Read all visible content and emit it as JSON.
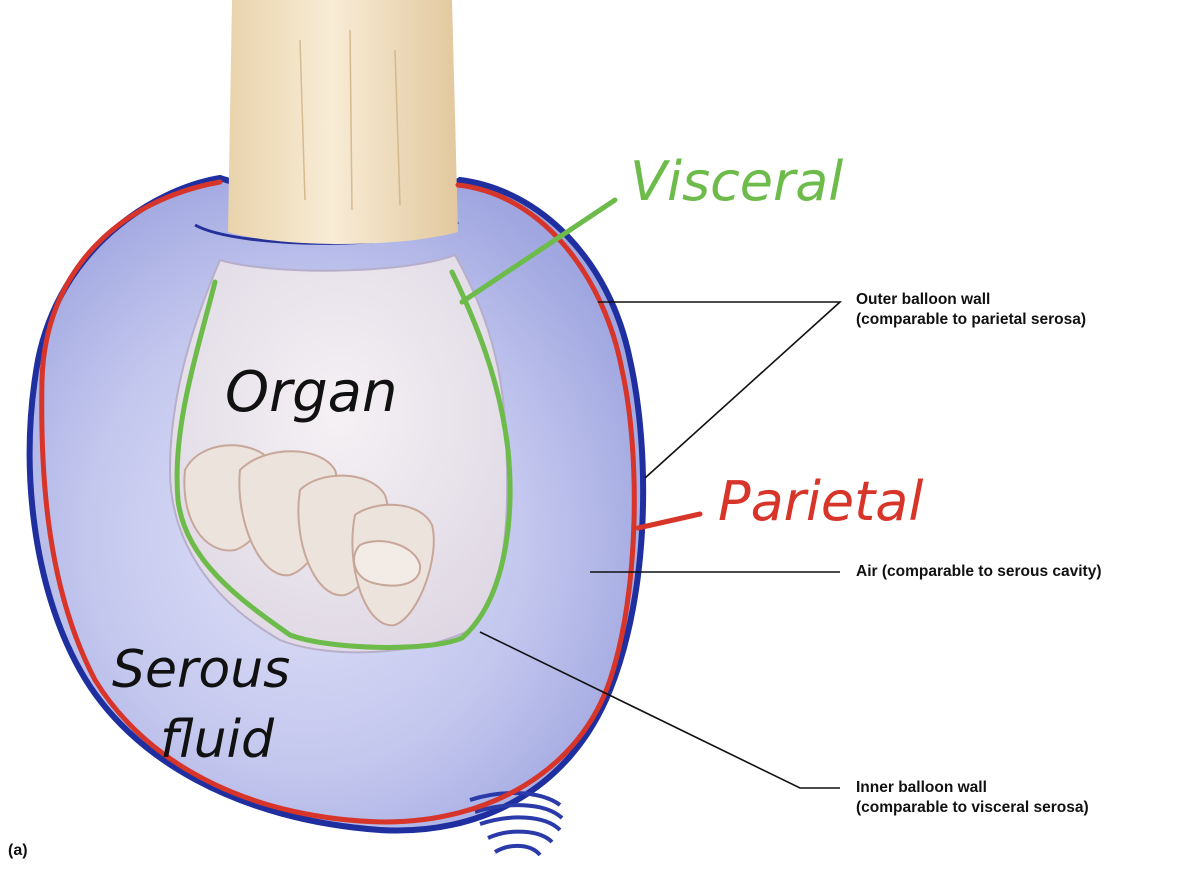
{
  "panel_label": "(a)",
  "handwritten": {
    "visceral": "Visceral",
    "parietal": "Parietal",
    "organ": "Organ",
    "serous_line1": "Serous",
    "serous_line2": "fluid"
  },
  "callouts": {
    "outer": {
      "line1": "Outer balloon wall",
      "line2": "(comparable to parietal serosa)"
    },
    "air": {
      "line1": "Air (comparable to serous cavity)"
    },
    "inner": {
      "line1": "Inner balloon wall",
      "line2": "(comparable to visceral serosa)"
    }
  },
  "colors": {
    "balloon_fill": "#c9cdf0",
    "balloon_edge": "#1f2fa0",
    "parietal_red": "#d7342a",
    "visceral_green": "#6dbb4a",
    "skin": "#f1e3c8",
    "fist": "#ece6ee"
  }
}
